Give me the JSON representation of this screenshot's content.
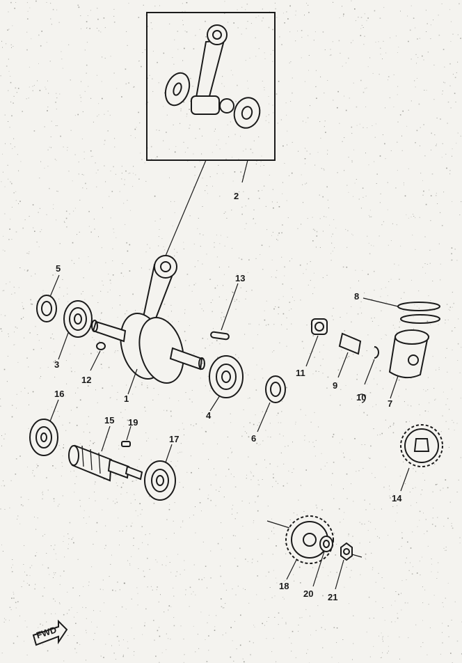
{
  "callouts": [
    {
      "n": "1"
    },
    {
      "n": "2"
    },
    {
      "n": "3"
    },
    {
      "n": "4"
    },
    {
      "n": "5"
    },
    {
      "n": "6"
    },
    {
      "n": "7"
    },
    {
      "n": "8"
    },
    {
      "n": "9"
    },
    {
      "n": "10"
    },
    {
      "n": "11"
    },
    {
      "n": "12"
    },
    {
      "n": "13"
    },
    {
      "n": "14"
    },
    {
      "n": "15"
    },
    {
      "n": "16"
    },
    {
      "n": "17"
    },
    {
      "n": "18"
    },
    {
      "n": "19"
    },
    {
      "n": "20"
    },
    {
      "n": "21"
    }
  ],
  "fwd_label": "FWD"
}
